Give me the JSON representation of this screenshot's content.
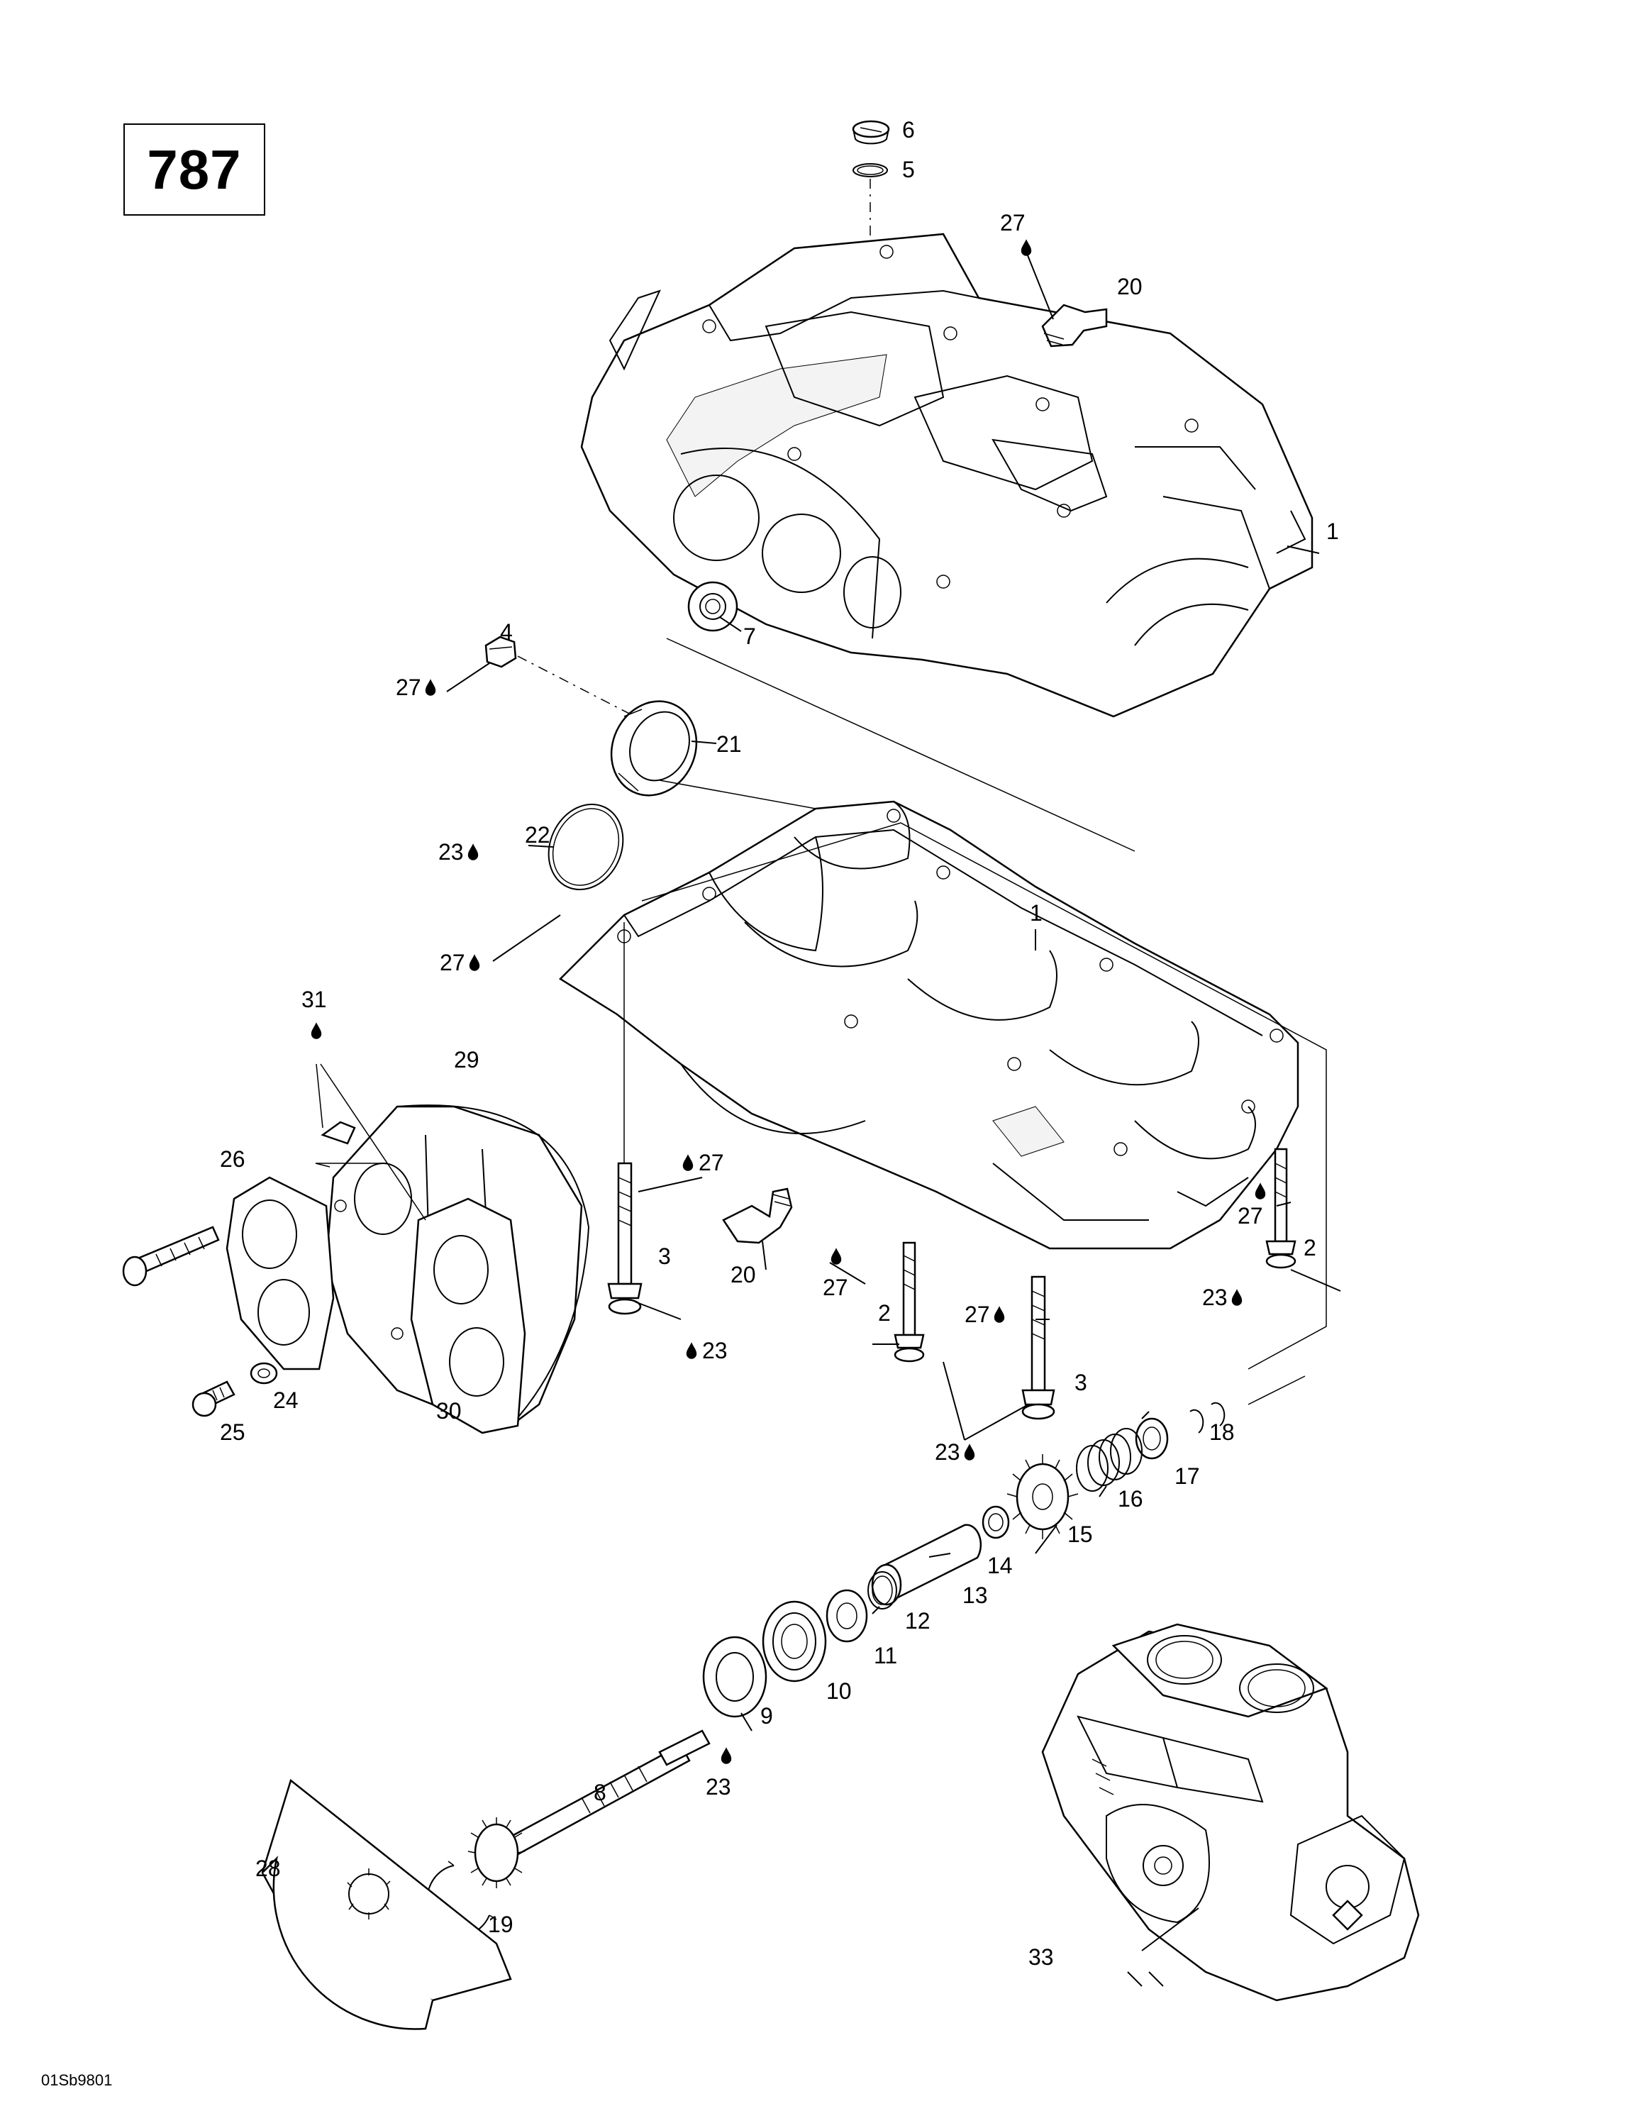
{
  "diagram_number": "787",
  "drawing_code": "01Sb9801",
  "callouts": [
    {
      "id": "c6",
      "text": "6",
      "glyph": false
    },
    {
      "id": "c5",
      "text": "5",
      "glyph": false
    },
    {
      "id": "c27a",
      "text": "27",
      "glyph": false
    },
    {
      "id": "c20a",
      "text": "20",
      "glyph": false
    },
    {
      "id": "c1a",
      "text": "1",
      "glyph": false
    },
    {
      "id": "c4",
      "text": "4",
      "glyph": false
    },
    {
      "id": "c27b",
      "text": "27",
      "glyph": true
    },
    {
      "id": "c7",
      "text": "7",
      "glyph": false
    },
    {
      "id": "c21",
      "text": "21",
      "glyph": false
    },
    {
      "id": "c22",
      "text": "22",
      "glyph": false
    },
    {
      "id": "c23a",
      "text": "23",
      "glyph": true
    },
    {
      "id": "c1b",
      "text": "1",
      "glyph": false
    },
    {
      "id": "c27c",
      "text": "27",
      "glyph": true
    },
    {
      "id": "c31",
      "text": "31",
      "glyph": false
    },
    {
      "id": "c29",
      "text": "29",
      "glyph": false
    },
    {
      "id": "c26",
      "text": "26",
      "glyph": false
    },
    {
      "id": "c27d",
      "text": "27",
      "glyph": false
    },
    {
      "id": "c3a",
      "text": "3",
      "glyph": false
    },
    {
      "id": "c20b",
      "text": "20",
      "glyph": false
    },
    {
      "id": "c27e",
      "text": "27",
      "glyph": false
    },
    {
      "id": "c23b",
      "text": "23",
      "glyph": false
    },
    {
      "id": "c27f",
      "text": "27",
      "glyph": false
    },
    {
      "id": "c2a",
      "text": "2",
      "glyph": false
    },
    {
      "id": "c23c",
      "text": "23",
      "glyph": true
    },
    {
      "id": "c2b",
      "text": "2",
      "glyph": false
    },
    {
      "id": "c27g",
      "text": "27",
      "glyph": true
    },
    {
      "id": "c3b",
      "text": "3",
      "glyph": false
    },
    {
      "id": "c24",
      "text": "24",
      "glyph": false
    },
    {
      "id": "c25",
      "text": "25",
      "glyph": false
    },
    {
      "id": "c30",
      "text": "30",
      "glyph": false
    },
    {
      "id": "c23d",
      "text": "23",
      "glyph": true
    },
    {
      "id": "c18",
      "text": "18",
      "glyph": false
    },
    {
      "id": "c17",
      "text": "17",
      "glyph": false
    },
    {
      "id": "c16",
      "text": "16",
      "glyph": false
    },
    {
      "id": "c15",
      "text": "15",
      "glyph": false
    },
    {
      "id": "c14",
      "text": "14",
      "glyph": false
    },
    {
      "id": "c13",
      "text": "13",
      "glyph": false
    },
    {
      "id": "c12",
      "text": "12",
      "glyph": false
    },
    {
      "id": "c11",
      "text": "11",
      "glyph": false
    },
    {
      "id": "c10",
      "text": "10",
      "glyph": false
    },
    {
      "id": "c9",
      "text": "9",
      "glyph": false
    },
    {
      "id": "c23e",
      "text": "23",
      "glyph": false
    },
    {
      "id": "c8",
      "text": "8",
      "glyph": false
    },
    {
      "id": "c28",
      "text": "28",
      "glyph": false
    },
    {
      "id": "c19",
      "text": "19",
      "glyph": false
    },
    {
      "id": "c33",
      "text": "33",
      "glyph": false
    }
  ]
}
